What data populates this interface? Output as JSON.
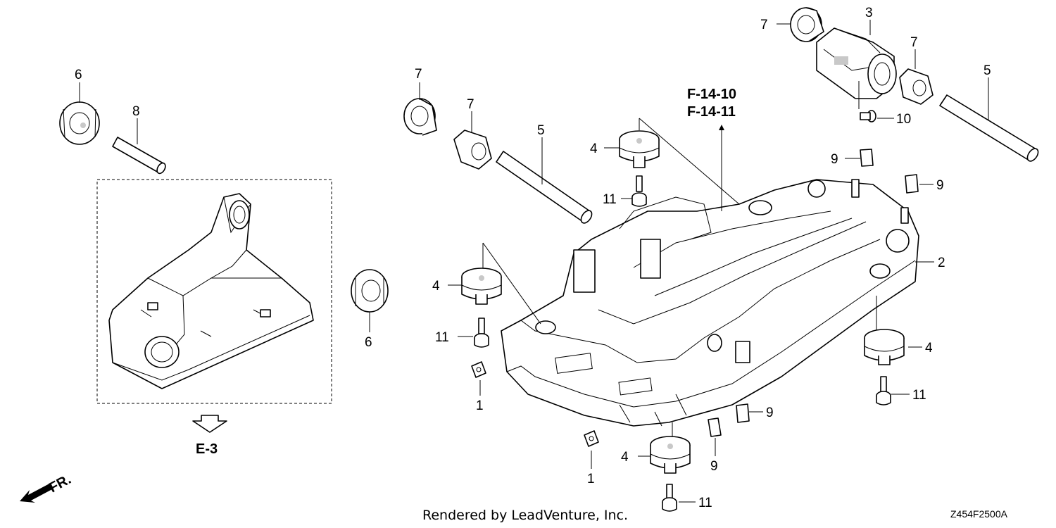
{
  "callouts": {
    "c1a": "1",
    "c1b": "1",
    "c2": "2",
    "c3": "3",
    "c4a": "4",
    "c4b": "4",
    "c4c": "4",
    "c4d": "4",
    "c5a": "5",
    "c5b": "5",
    "c6a": "6",
    "c6b": "6",
    "c7a": "7",
    "c7b": "7",
    "c7c": "7",
    "c7d": "7",
    "c8": "8",
    "c9a": "9",
    "c9b": "9",
    "c9c": "9",
    "c9d": "9",
    "c10": "10",
    "c11a": "11",
    "c11b": "11",
    "c11c": "11",
    "c11d": "11"
  },
  "references": {
    "ref1": "F-14-10",
    "ref2": "F-14-11",
    "ref3": "E-3"
  },
  "direction": {
    "label": "FR."
  },
  "footer": {
    "credit": "Rendered by LeadVenture, Inc.",
    "diagram_code": "Z454F2500A"
  },
  "icons": {
    "direction": "arrow-front-icon",
    "reference": "hollow-down-arrow-icon"
  }
}
